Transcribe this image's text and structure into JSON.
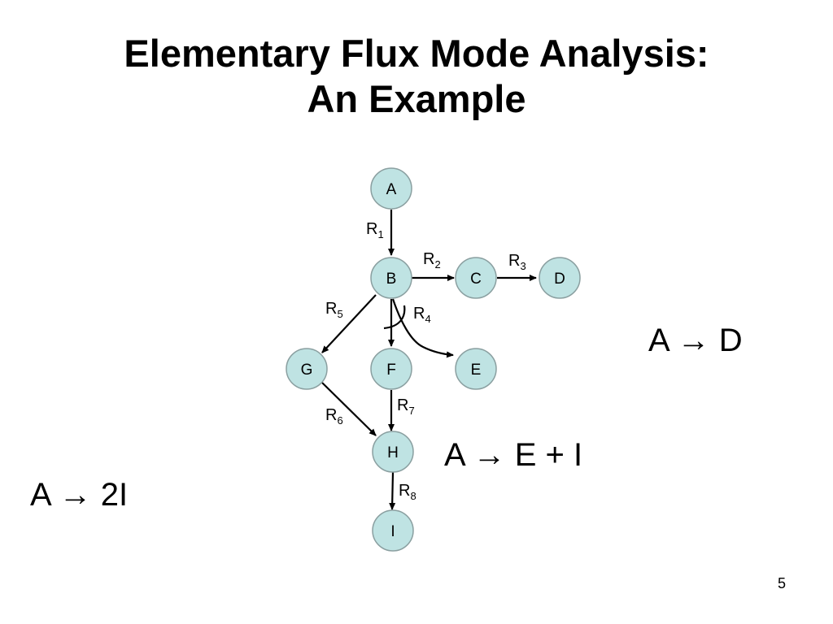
{
  "slide": {
    "title_line1": "Elementary Flux Mode Analysis:",
    "title_line2": "An Example",
    "page_number": "5"
  },
  "nodes": {
    "A": "A",
    "B": "B",
    "C": "C",
    "D": "D",
    "E": "E",
    "F": "F",
    "G": "G",
    "H": "H",
    "I": "I"
  },
  "reactions": {
    "R1": {
      "base": "R",
      "sub": "1"
    },
    "R2": {
      "base": "R",
      "sub": "2"
    },
    "R3": {
      "base": "R",
      "sub": "3"
    },
    "R4": {
      "base": "R",
      "sub": "4"
    },
    "R5": {
      "base": "R",
      "sub": "5"
    },
    "R6": {
      "base": "R",
      "sub": "6"
    },
    "R7": {
      "base": "R",
      "sub": "7"
    },
    "R8": {
      "base": "R",
      "sub": "8"
    }
  },
  "modes": {
    "a_to_d": "A → D",
    "a_to_e_plus_i": "A → E + I",
    "a_to_2i": "A → 2I"
  },
  "colors": {
    "node_fill": "#bfe3e3",
    "node_stroke": "#8a9fa0"
  }
}
